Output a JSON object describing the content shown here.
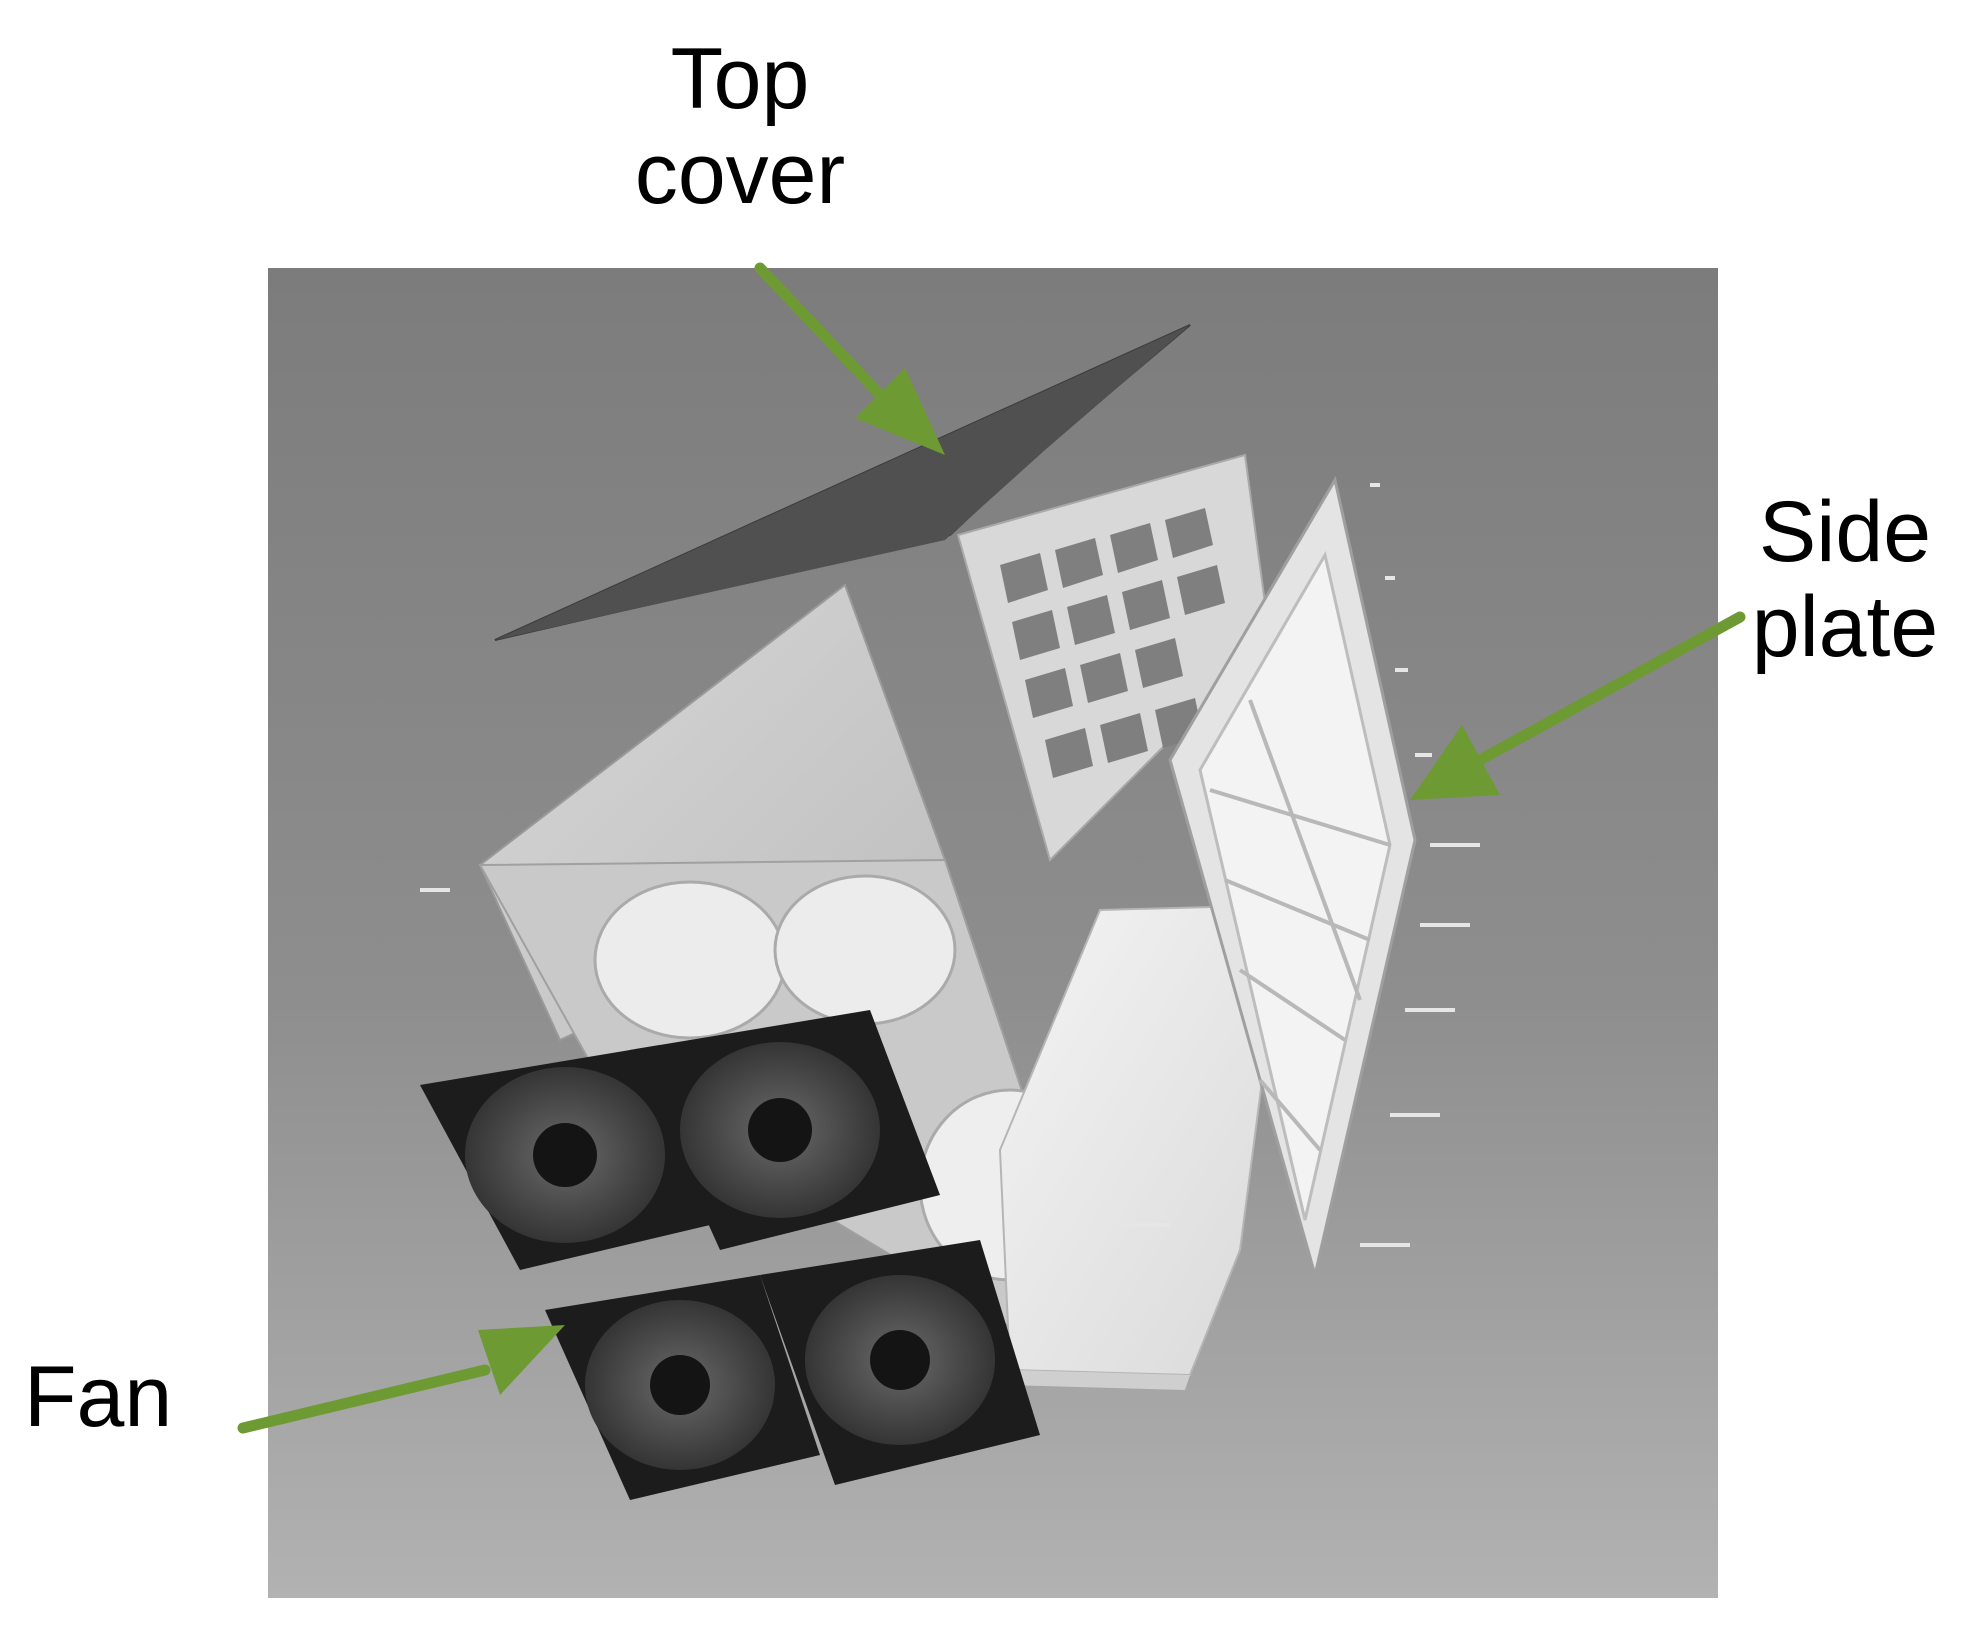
{
  "labels": {
    "top_cover": {
      "line1": "Top",
      "line2": "cover"
    },
    "side_plate": {
      "line1": "Side",
      "line2": "plate"
    },
    "fan": "Fan"
  },
  "colors": {
    "arrow": "#6e9a34",
    "background": "#ffffff",
    "photo_bg": "#8a8a8a",
    "text": "#000000"
  },
  "icons": {
    "arrow": "arrow-pointer-icon"
  }
}
